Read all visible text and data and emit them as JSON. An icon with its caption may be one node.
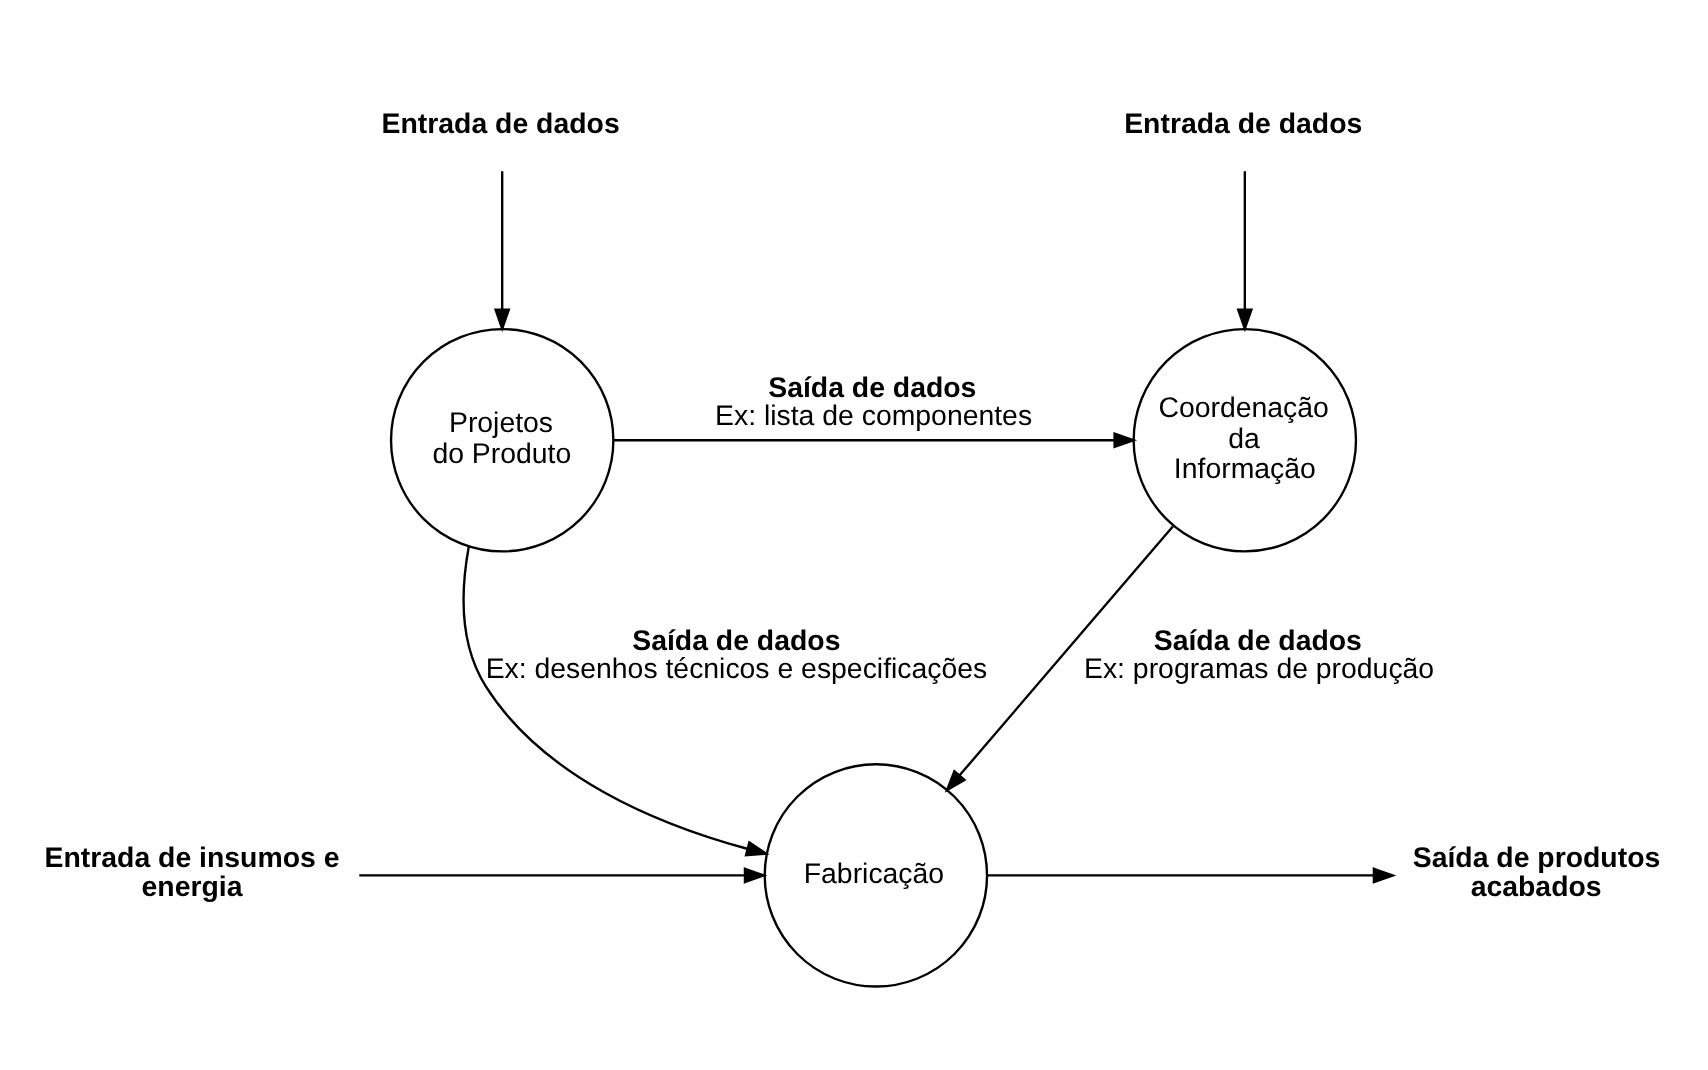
{
  "diagram": {
    "nodes": [
      {
        "text": [
          "Entrada de dados"
        ]
      },
      {
        "text": [
          "Entrada de dados"
        ]
      },
      {
        "text": [
          "Projetos do Produto"
        ]
      },
      {
        "text": [
          "Coordenação da Informação"
        ]
      },
      {
        "text": [
          "Fabricação"
        ]
      },
      {
        "text": [
          "Entrada de insumos e energia"
        ]
      },
      {
        "text": [
          "Saída de produtos acabados"
        ]
      }
    ],
    "edges": [
      {
        "from": 0,
        "to": 2,
        "arrow": "to"
      },
      {
        "from": 1,
        "to": 3,
        "arrow": "to"
      },
      {
        "from": 2,
        "to": 3,
        "arrow": "to",
        "label": "**Saída de dados** Ex: lista de componentes"
      },
      {
        "from": 2,
        "to": 4,
        "arrow": "to",
        "label": "**Saída de dados** Ex: desenhos técnicos e especificações"
      },
      {
        "from": 3,
        "to": 4,
        "arrow": "to",
        "label": "**Saída de dados** Ex: programas de produção"
      },
      {
        "from": 5,
        "to": 4,
        "arrow": "to"
      },
      {
        "from": 4,
        "to": 6,
        "arrow": "to"
      }
    ]
  }
}
